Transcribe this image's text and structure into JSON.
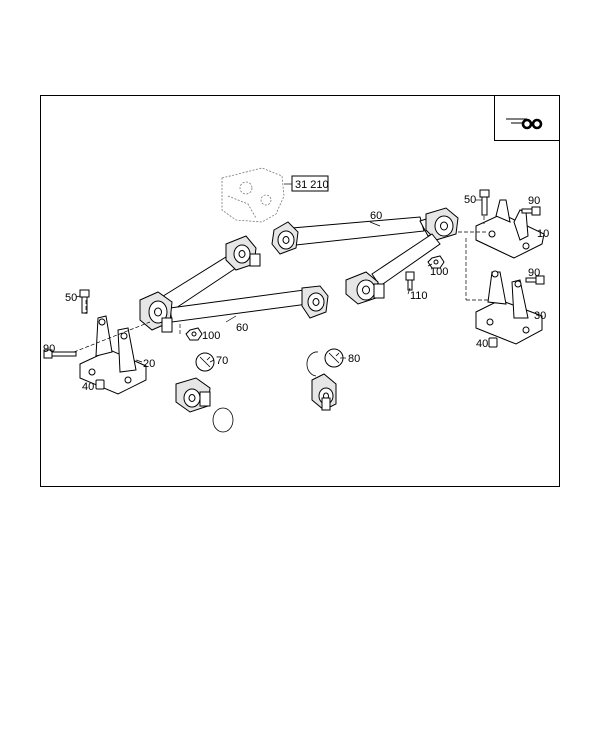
{
  "callouts": {
    "ref_assembly": "31 210",
    "rod_upper": "60",
    "rod_lower": "60",
    "bolt_50_right": "50",
    "screw_90_right_top": "90",
    "bracket_10": "10",
    "nut_100_right": "100",
    "screw_110": "110",
    "screw_90_right_bottom": "90",
    "bracket_30": "30",
    "nut_40_right": "40",
    "bolt_50_left": "50",
    "screw_90_left": "90",
    "bracket_20": "20",
    "nut_40_left": "40",
    "nut_100_left": "100",
    "bushing_70": "70",
    "bushing_80": "80"
  },
  "icons": {
    "axle_symbol": "axle-wheels-icon"
  }
}
